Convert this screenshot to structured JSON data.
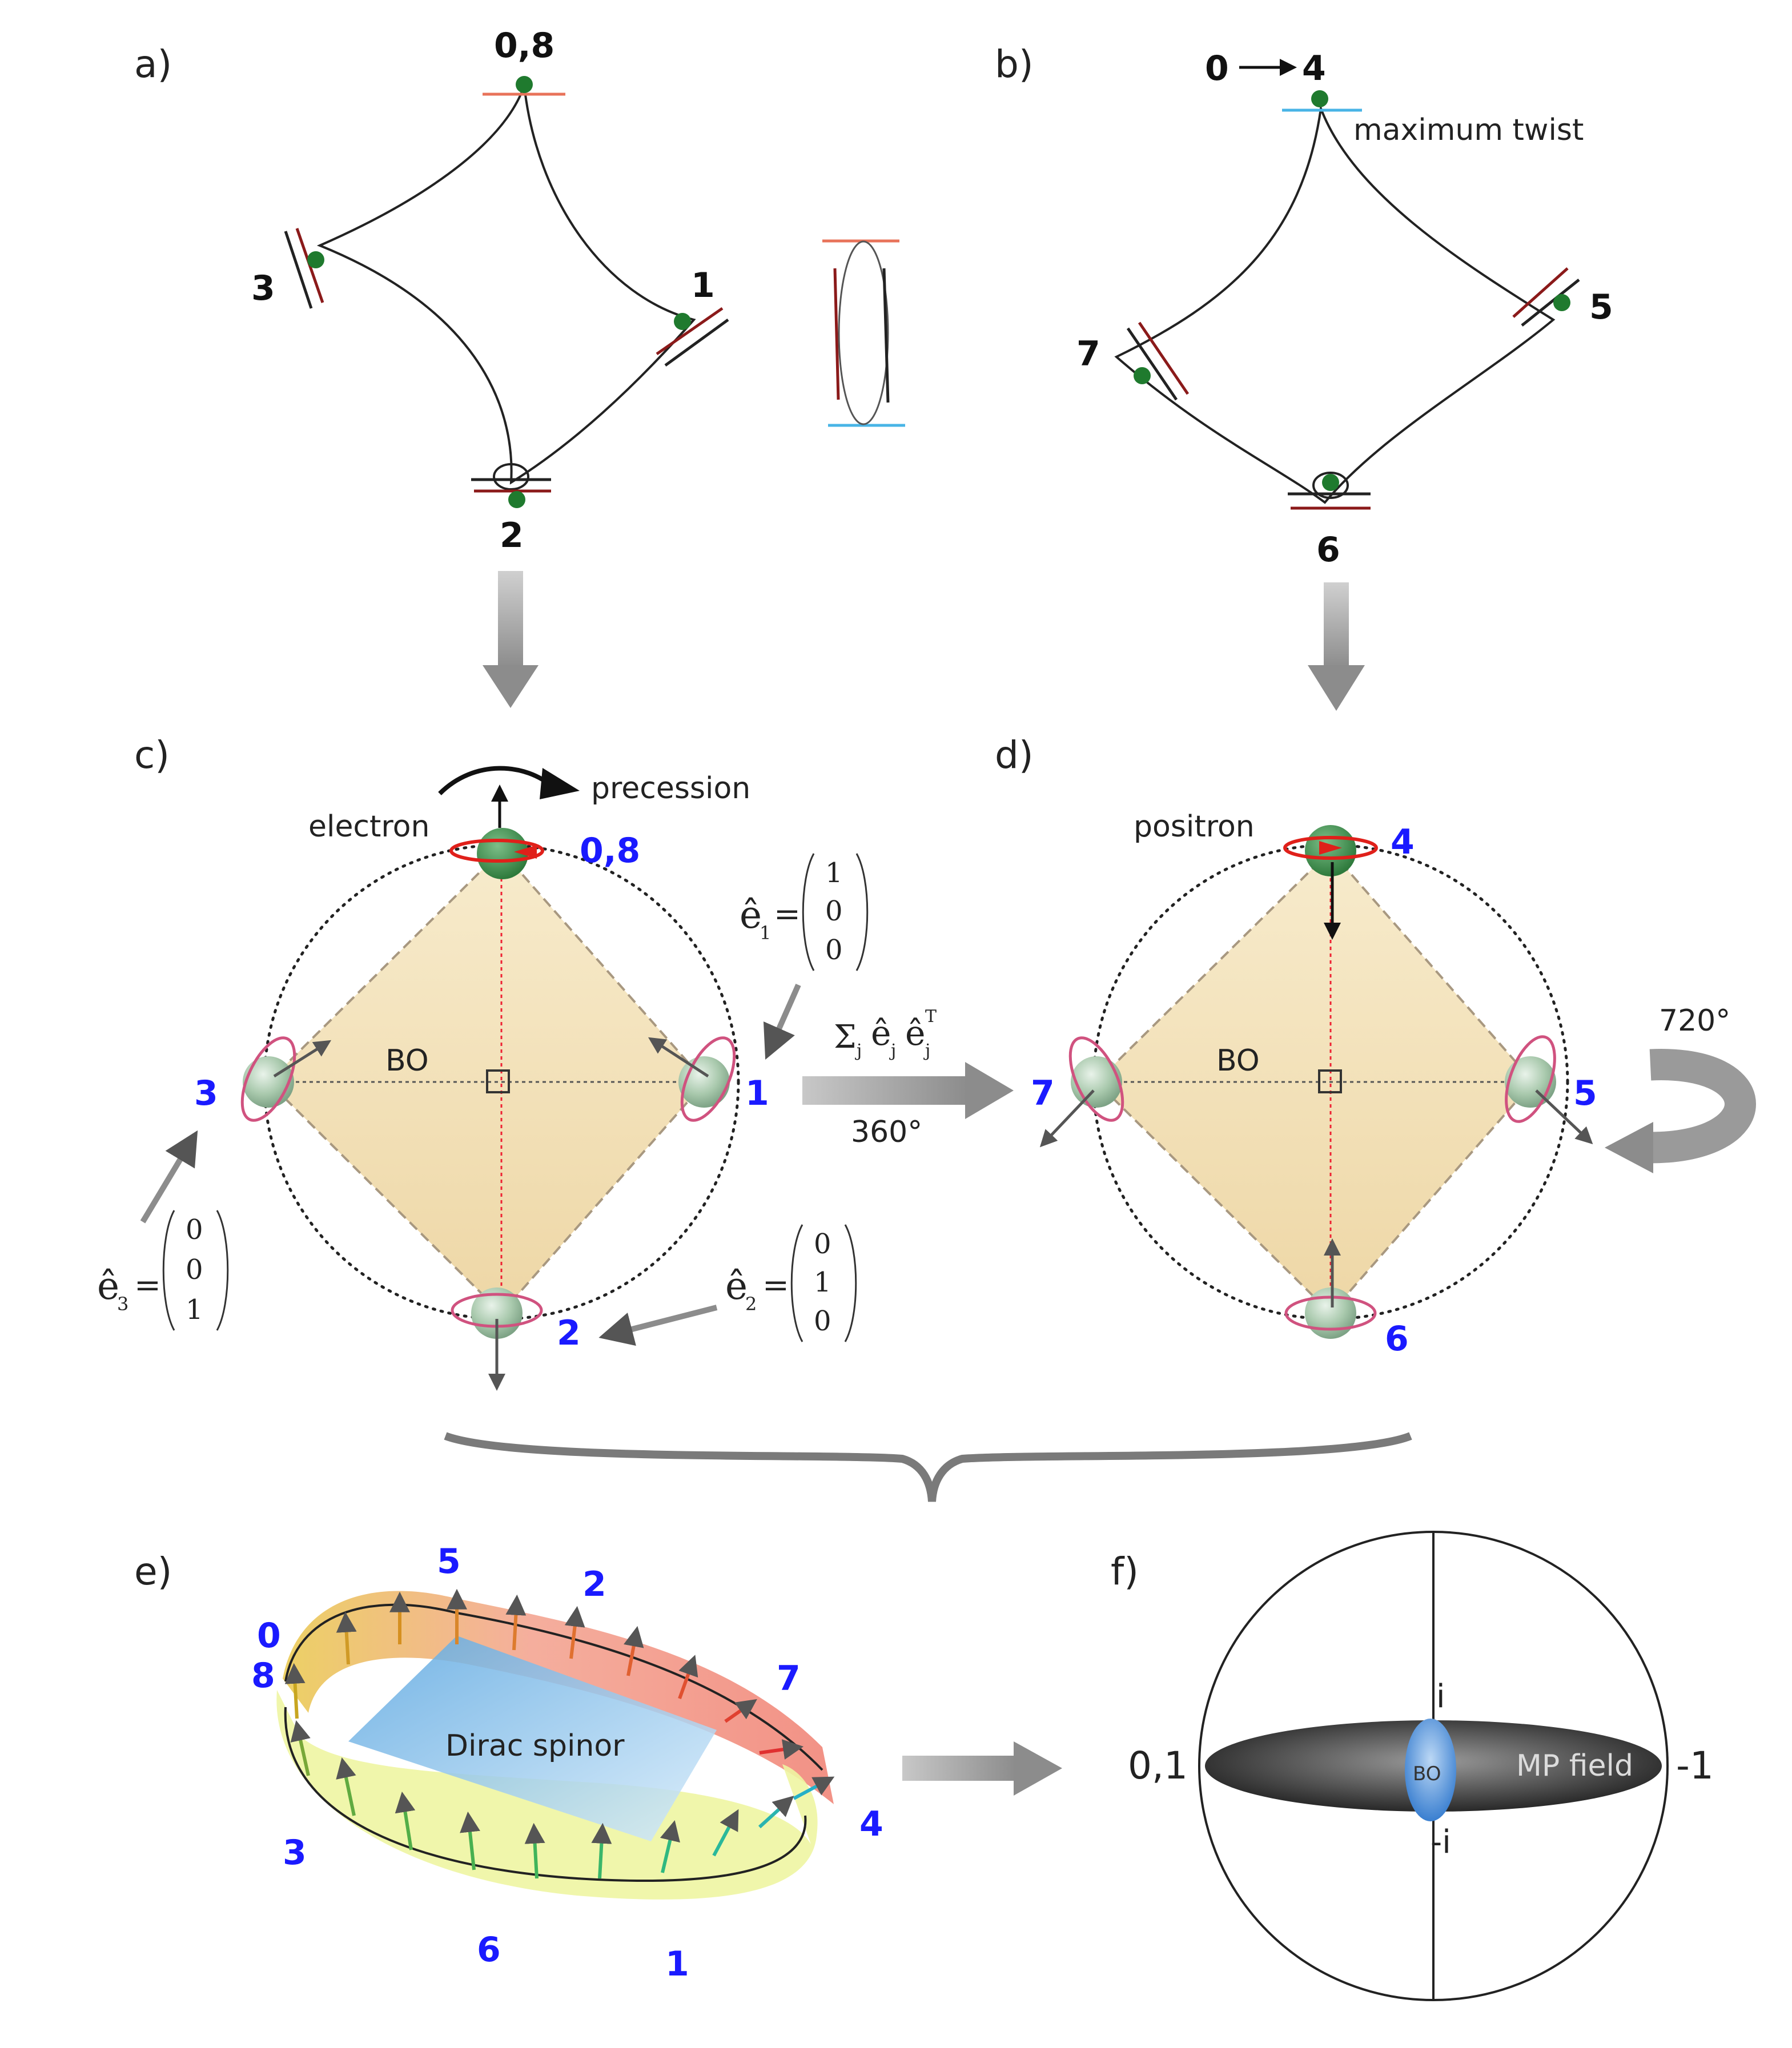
{
  "panels": {
    "a": "a)",
    "b": "b)",
    "c": "c)",
    "d": "d)",
    "e": "e)",
    "f": "f)"
  },
  "panel_a": {
    "labels": {
      "top": "0,8",
      "right": "1",
      "bottom": "2",
      "left": "3"
    }
  },
  "panel_b": {
    "top_from": "0",
    "top_to": "4",
    "twist_label": "maximum twist",
    "labels": {
      "right": "5",
      "bottom": "6",
      "left": "7"
    }
  },
  "panel_c": {
    "particle": "electron",
    "precession": "precession",
    "center": "BO",
    "labels": {
      "top": "0,8",
      "right": "1",
      "bottom": "2",
      "left": "3"
    },
    "e1": {
      "name": "ê",
      "sub": "1",
      "vector": [
        "1",
        "0",
        "0"
      ]
    },
    "e2": {
      "name": "ê",
      "sub": "2",
      "vector": [
        "0",
        "1",
        "0"
      ]
    },
    "e3": {
      "name": "ê",
      "sub": "3",
      "vector": [
        "0",
        "0",
        "1"
      ]
    }
  },
  "transfer": {
    "sum_symbol": "Σ",
    "sum_sub": "j",
    "e": "ê",
    "e_sub": "j",
    "transpose": "T",
    "angle": "360°"
  },
  "panel_d": {
    "particle": "positron",
    "center": "BO",
    "rotation": "720°",
    "labels": {
      "top": "4",
      "right": "5",
      "bottom": "6",
      "left": "7"
    }
  },
  "panel_e": {
    "sheet_label": "Dirac spinor",
    "labels": [
      "0",
      "8",
      "5",
      "2",
      "7",
      "4",
      "1",
      "6",
      "3"
    ]
  },
  "panel_f": {
    "left": "0,1",
    "right": "-1",
    "top": "i",
    "bottom": "-i",
    "center": "BO",
    "field": "MP field"
  },
  "colors": {
    "node": "#1f7a2e",
    "red_line": "#e8735a",
    "blue_line": "#48b4e6",
    "dark_red": "#8b1a1a",
    "label_blue": "#1a1aff",
    "diamond_fill": "#f5e2b8",
    "pink_ring": "#d0527f",
    "arrow_gray": "#9a9a9a"
  }
}
